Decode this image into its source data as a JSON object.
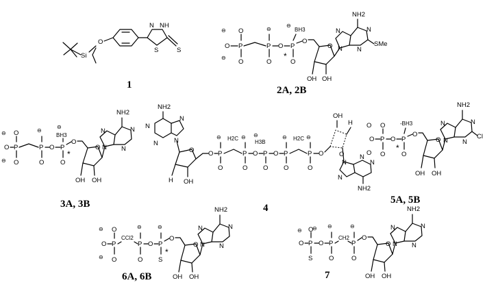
{
  "compound_labels": {
    "c1": "1",
    "c2": "2A, 2B",
    "c3": "3A, 3B",
    "c4": "4",
    "c5": "5A, 5B",
    "c6": "6A, 6B",
    "c7": "7"
  },
  "atoms": {
    "si": "Si",
    "o": "O",
    "n": "N",
    "nh": "NH",
    "s": "S",
    "p": "P",
    "nh2": "NH2",
    "oh": "OH",
    "h": "H",
    "bh3": "BH3",
    "bh3_neg": "-BH3",
    "h3b": "H3B",
    "h2c": "H2C",
    "ch2": "CH2",
    "ccl2": "CCl2",
    "sme": "SMe",
    "cl": "Cl",
    "minus": "⊖",
    "star": "*"
  }
}
